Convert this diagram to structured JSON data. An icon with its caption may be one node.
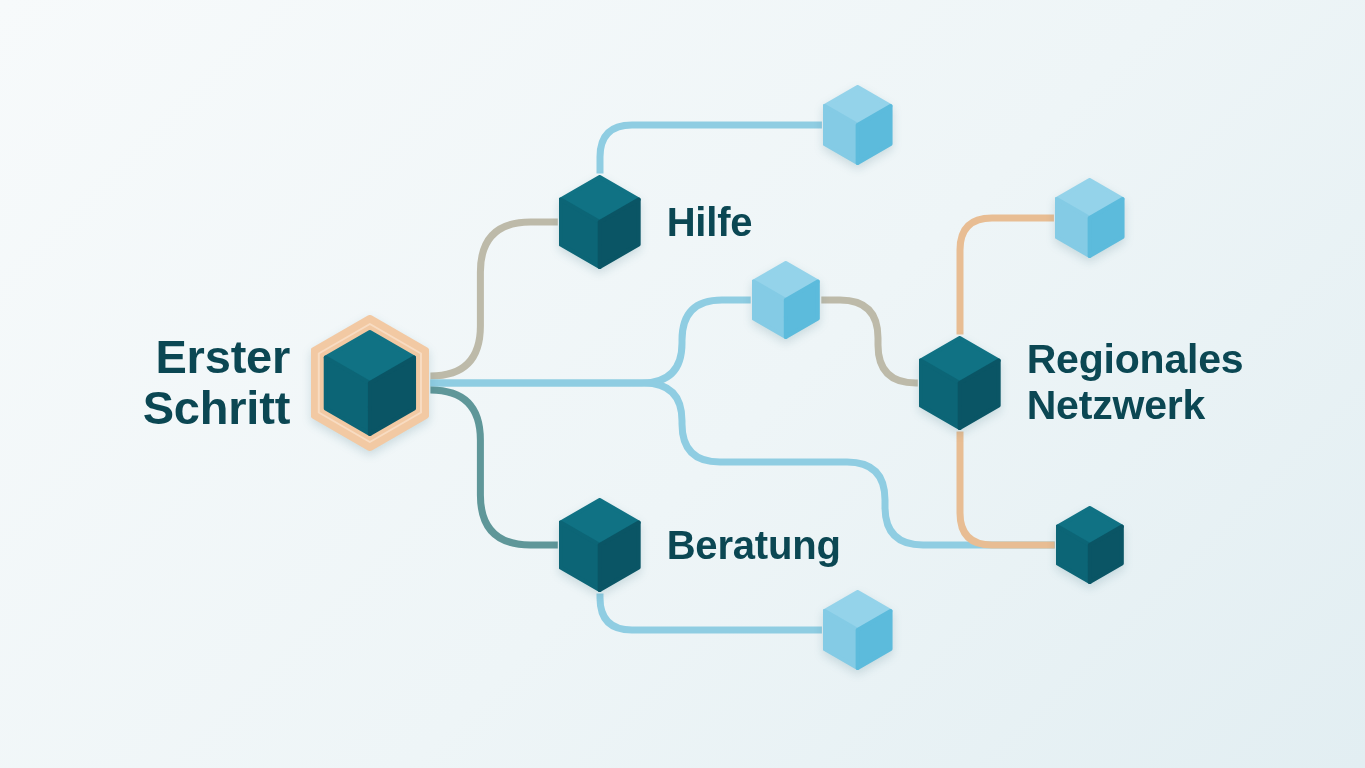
{
  "diagram": {
    "nodes": [
      {
        "text": [
          "Erster Schritt"
        ]
      },
      {
        "text": [
          "Hilfe"
        ]
      },
      {
        "text": [],
        "shape": "cube"
      },
      {
        "text": [],
        "shape": "cube"
      },
      {
        "text": [
          "Regionales Netzwerk"
        ]
      },
      {
        "text": [],
        "shape": "cube"
      },
      {
        "text": [],
        "shape": "cube"
      },
      {
        "text": [
          "Beratung"
        ]
      },
      {
        "text": [],
        "shape": "cube"
      }
    ],
    "edges": [
      {
        "from": 0,
        "to": 1,
        "arrow": "none",
        "color": "#bdbaa9"
      },
      {
        "from": 1,
        "to": 2,
        "arrow": "none"
      },
      {
        "from": 0,
        "to": 3,
        "arrow": "none"
      },
      {
        "from": 0,
        "to": 6,
        "arrow": "none"
      },
      {
        "from": 3,
        "to": 4,
        "arrow": "none",
        "color": "#bdbaa9"
      },
      {
        "from": 4,
        "to": 5,
        "arrow": "none",
        "color": "#e8bd93"
      },
      {
        "from": 4,
        "to": 6,
        "arrow": "none",
        "color": "#e8bd93"
      },
      {
        "from": 0,
        "to": 7,
        "arrow": "none",
        "color": "#5f9799"
      },
      {
        "from": 7,
        "to": 8,
        "arrow": "none"
      }
    ]
  }
}
